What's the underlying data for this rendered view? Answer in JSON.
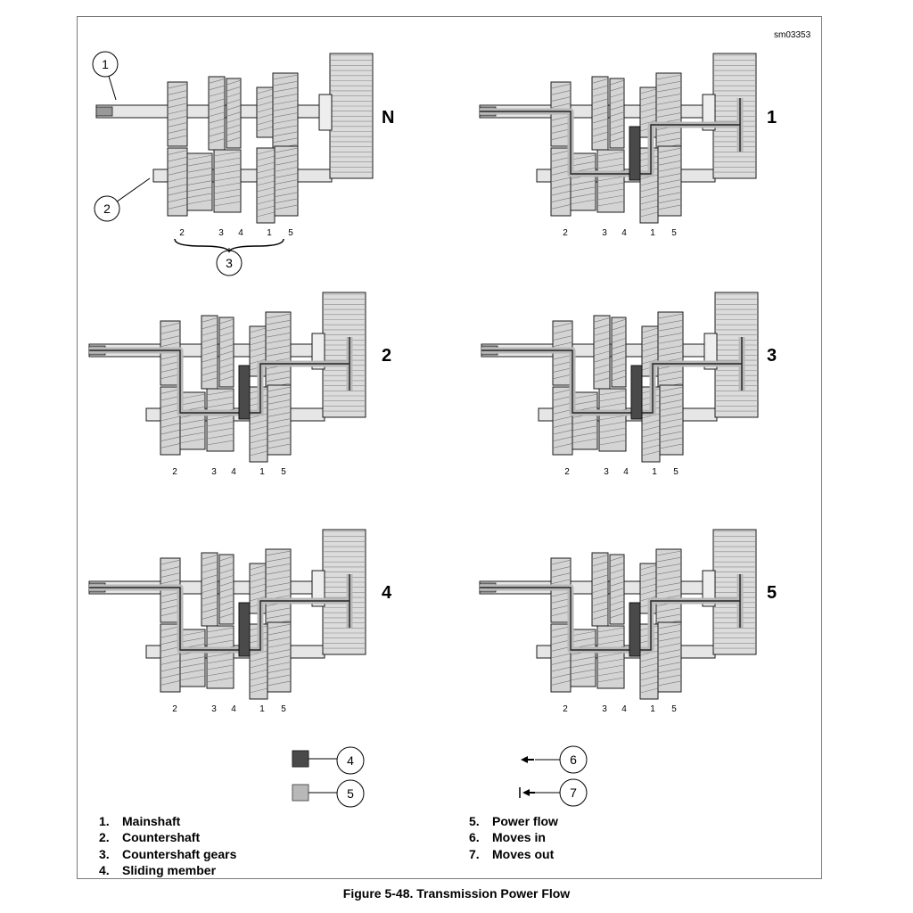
{
  "figure_code": "sm03353",
  "caption": "Figure 5-48. Transmission Power Flow",
  "callout_numbers": [
    "1",
    "2",
    "3"
  ],
  "panels": [
    {
      "mode": "N",
      "gear_labels": [
        "2",
        "3",
        "4",
        "1",
        "5"
      ]
    },
    {
      "mode": "1",
      "gear_labels": [
        "2",
        "3",
        "4",
        "1",
        "5"
      ]
    },
    {
      "mode": "2",
      "gear_labels": [
        "2",
        "3",
        "4",
        "1",
        "5"
      ]
    },
    {
      "mode": "3",
      "gear_labels": [
        "2",
        "3",
        "4",
        "1",
        "5"
      ]
    },
    {
      "mode": "4",
      "gear_labels": [
        "2",
        "3",
        "4",
        "1",
        "5"
      ]
    },
    {
      "mode": "5",
      "gear_labels": [
        "2",
        "3",
        "4",
        "1",
        "5"
      ]
    }
  ],
  "legend_symbols": [
    {
      "number": "4",
      "swatch": "#4a4a4a"
    },
    {
      "number": "5",
      "swatch": "#b8b8b8"
    },
    {
      "number": "6"
    },
    {
      "number": "7"
    }
  ],
  "key_left": [
    {
      "num": "1.",
      "text": "Mainshaft"
    },
    {
      "num": "2.",
      "text": "Countershaft"
    },
    {
      "num": "3.",
      "text": "Countershaft gears"
    },
    {
      "num": "4.",
      "text": "Sliding member"
    }
  ],
  "key_right": [
    {
      "num": "5.",
      "text": "Power flow"
    },
    {
      "num": "6.",
      "text": "Moves in"
    },
    {
      "num": "7.",
      "text": "Moves out"
    }
  ],
  "colors": {
    "sliding_member": "#4a4a4a",
    "power_flow": "#b8b8b8",
    "gear": "#d4d4d4",
    "outline": "#1a1a1a"
  }
}
